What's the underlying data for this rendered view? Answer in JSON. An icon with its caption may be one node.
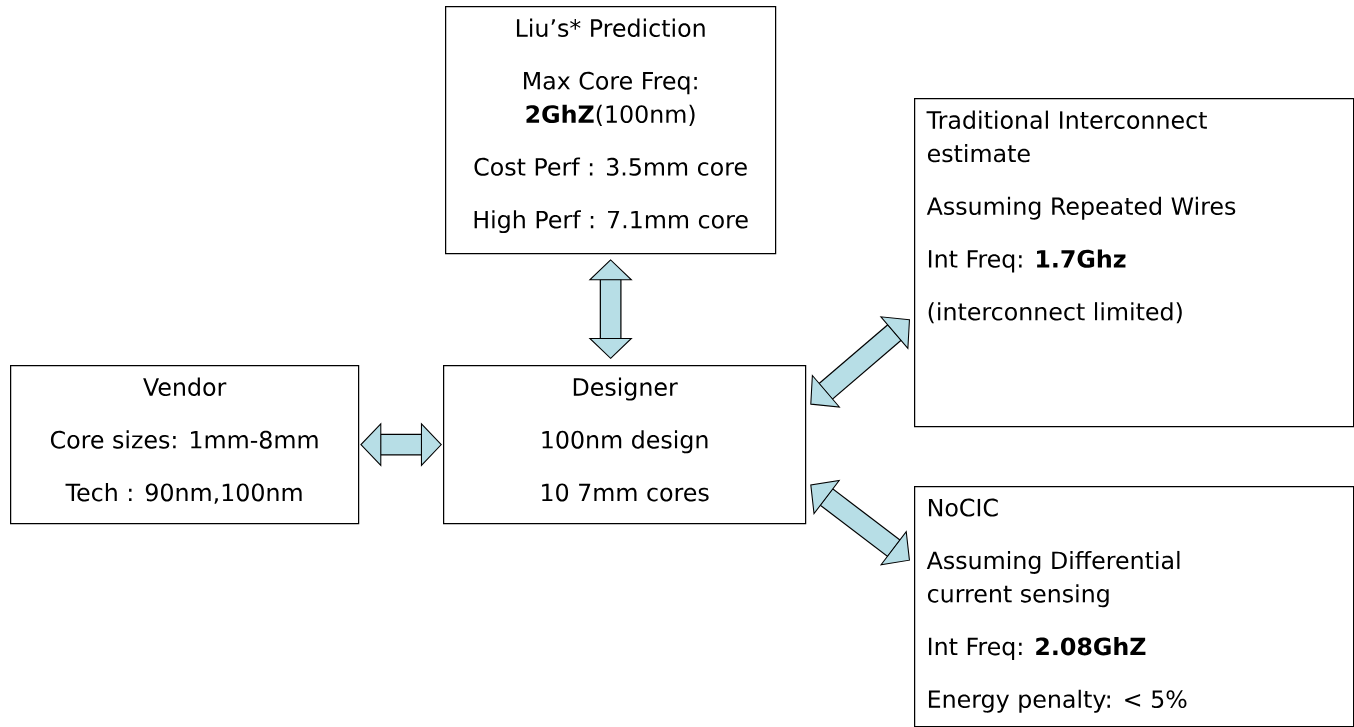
{
  "diagram": {
    "nodes": [
      {
        "text": [
          "Liu’s* Prediction",
          "Max Core Freq: **2GhZ**(100nm)",
          "Cost Perf : 3.5mm core",
          "High Perf : 7.1mm core"
        ]
      },
      {
        "text": [
          "Traditional Interconnect estimate",
          "Assuming Repeated Wires",
          "Int Freq:  **1.7Ghz**",
          "(interconnect limited)"
        ]
      },
      {
        "text": [
          "Vendor",
          "Core sizes: 1mm-8mm",
          "Tech : 90nm,100nm"
        ]
      },
      {
        "text": [
          "Designer",
          "100nm design",
          "10 7mm cores"
        ]
      },
      {
        "text": [
          "NoCIC",
          "Assuming Differential current sensing",
          "Int Freq: **2.08GhZ**",
          "Energy penalty: < 5%"
        ]
      }
    ],
    "edges": [
      {
        "from": 2,
        "to": 3,
        "arrow": "both"
      },
      {
        "from": 0,
        "to": 3,
        "arrow": "both"
      },
      {
        "from": 3,
        "to": 1,
        "arrow": "both"
      },
      {
        "from": 3,
        "to": 4,
        "arrow": "both"
      }
    ]
  }
}
